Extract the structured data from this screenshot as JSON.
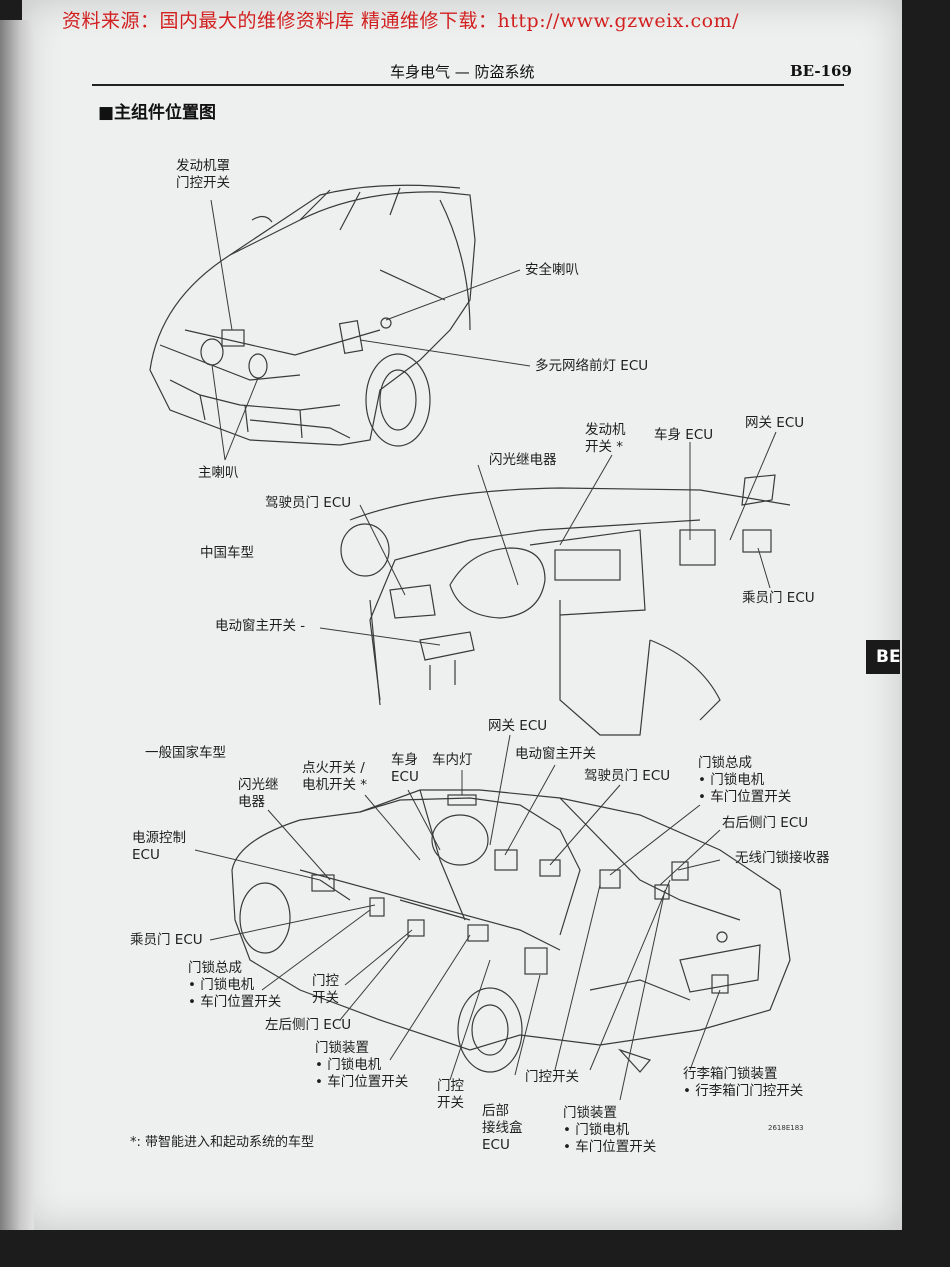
{
  "watermark": "资料来源：国内最大的维修资料库 精通维修下载：http://www.gzweix.com/",
  "header": {
    "title": "车身电气 — 防盗系统",
    "page": "BE-169"
  },
  "section_title": "■主组件位置图",
  "side_tab": "BE",
  "engine_view": {
    "hood_switch": "发动机罩\n门控开关",
    "security_horn": "安全喇叭",
    "headlamp_ecu": "多元网络前灯 ECU",
    "main_horn": "主喇叭"
  },
  "china_model": {
    "heading": "中国车型",
    "flasher_relay": "闪光继电器",
    "engine_switch": "发动机\n开关 *",
    "body_ecu": "车身 ECU",
    "gateway_ecu": "网关 ECU",
    "driver_door_ecu": "驾驶员门 ECU",
    "passenger_door_ecu": "乘员门 ECU",
    "power_window_master": "电动窗主开关 -"
  },
  "general_model": {
    "heading": "一般国家车型",
    "gateway_ecu": "网关 ECU",
    "ignition_switch": "点火开关 /\n电机开关 *",
    "body_ecu": "车身\nECU",
    "room_light": "车内灯",
    "power_window_master": "电动窗主开关",
    "driver_door_ecu": "驾驶员门 ECU",
    "door_lock_assy_rr": "门锁总成\n• 门锁电机\n• 车门位置开关",
    "rr_door_ecu": "右后侧门 ECU",
    "wireless_receiver": "无线门锁接收器",
    "flasher_relay": "闪光继\n电器",
    "power_ecu": "电源控制\nECU",
    "passenger_door_ecu": "乘员门 ECU",
    "door_lock_assy_fl": "门锁总成\n• 门锁电机\n• 车门位置开关",
    "courtesy_switch_l": "门控\n开关",
    "rl_door_ecu": "左后侧门 ECU",
    "door_lock_rl": "门锁装置\n• 门锁电机\n• 车门位置开关",
    "courtesy_switch_r": "门控\n开关",
    "rear_junction": "后部\n接线盒\nECU",
    "courtesy_switch_rear": "门控开关",
    "door_lock_rr": "门锁装置\n• 门锁电机\n• 车门位置开关",
    "trunk_lock": "行李箱门锁装置\n• 行李箱门门控开关"
  },
  "footnote": "*: 带智能进入和起动系统的车型",
  "figure_code": "2618E183"
}
